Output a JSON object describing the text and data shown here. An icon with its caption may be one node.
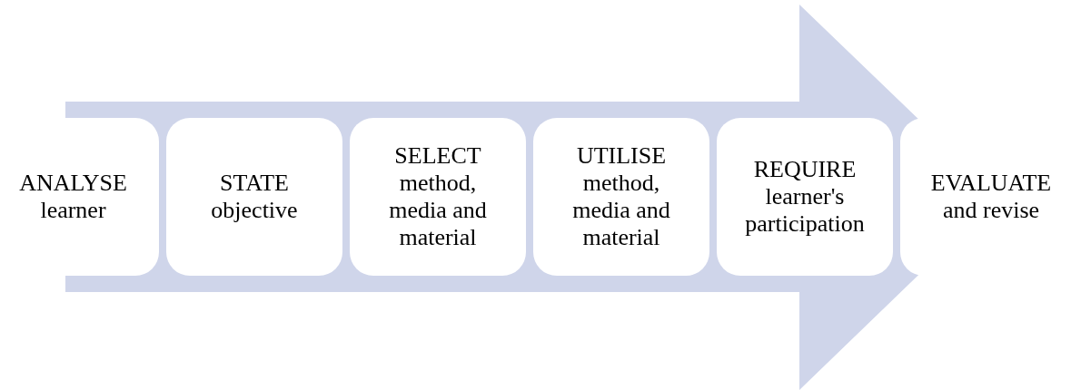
{
  "diagram": {
    "nodes": [
      {
        "text": [
          "ANALYSE learner"
        ]
      },
      {
        "text": [
          "STATE objective"
        ]
      },
      {
        "text": [
          "SELECT method, media and material"
        ]
      },
      {
        "text": [
          "UTILISE method, media and material"
        ]
      },
      {
        "text": [
          "REQUIRE learner's participation"
        ]
      },
      {
        "text": [
          "EVALUATE and revise"
        ]
      }
    ],
    "edges": [
      {
        "from": 0,
        "to": 5,
        "arrow": "to"
      }
    ]
  }
}
